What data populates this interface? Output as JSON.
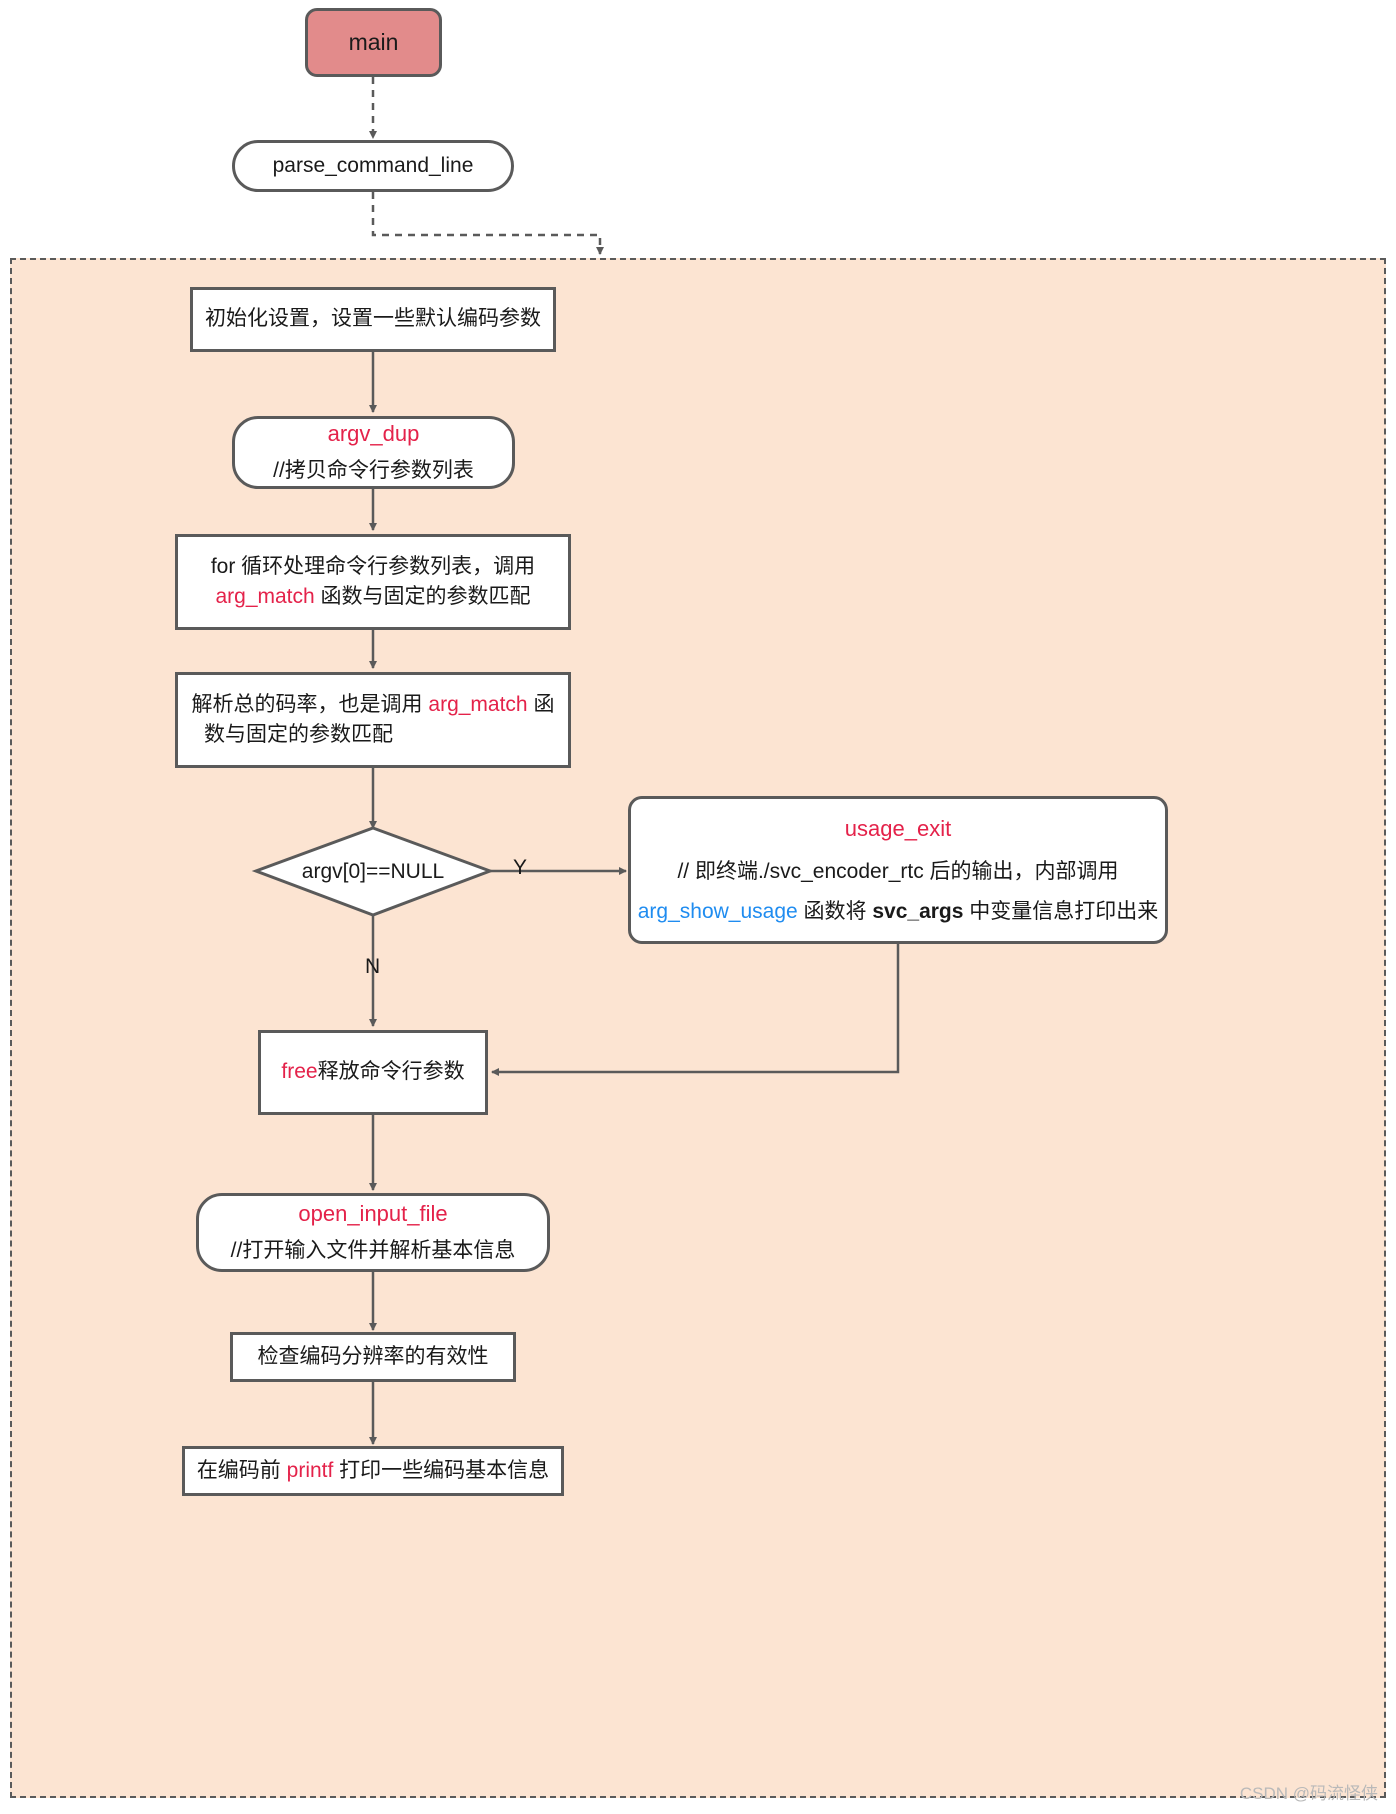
{
  "diagram": {
    "type": "flowchart",
    "title": "svc_encoder_rtc parse_command_line flow",
    "colors": {
      "group_background": "#fce4d2",
      "group_border": "#5a5a5a",
      "node_border": "#5a5a5a",
      "node_background": "#ffffff",
      "start_background": "#e28b8b",
      "function_red": "#e4224a",
      "function_blue": "#1f8cf0",
      "text": "#1a1a1a",
      "watermark": "#b9b9b9"
    }
  },
  "nodes": {
    "main": {
      "label": "main"
    },
    "parse_command_line": {
      "label": "parse_command_line"
    },
    "init_settings": {
      "label": "初始化设置，设置一些默认编码参数"
    },
    "argv_dup": {
      "title": "argv_dup",
      "comment": "//拷贝命令行参数列表"
    },
    "for_loop": {
      "line1": "for 循环处理命令行参数列表，调用",
      "line2_fn": "arg_match",
      "line2_rest": " 函数与固定的参数匹配"
    },
    "parse_bitrate": {
      "line1_a": "解析总的码率，也是调用 ",
      "line1_fn": "arg_match",
      "line1_b": " 函",
      "line2": "数与固定的参数匹配"
    },
    "decision": {
      "label": "argv[0]==NULL"
    },
    "usage_exit": {
      "title": "usage_exit",
      "line1": "// 即终端./svc_encoder_rtc 后的输出，内部调用",
      "line2_fn": "arg_show_usage",
      "line2_mid": " 函数将 ",
      "line2_bold": "svc_args",
      "line2_end": " 中变量信息打印出来"
    },
    "free_args": {
      "fn": "free",
      "rest": "释放命令行参数"
    },
    "open_input_file": {
      "title": "open_input_file",
      "comment": "//打开输入文件并解析基本信息"
    },
    "check_resolution": {
      "label": "检查编码分辨率的有效性"
    },
    "printf_info": {
      "pre": "在编码前 ",
      "fn": "printf",
      "post": " 打印一些编码基本信息"
    }
  },
  "edges": {
    "yes_label": "Y",
    "no_label": "N"
  },
  "watermark": {
    "text": "CSDN @码流怪侠"
  }
}
